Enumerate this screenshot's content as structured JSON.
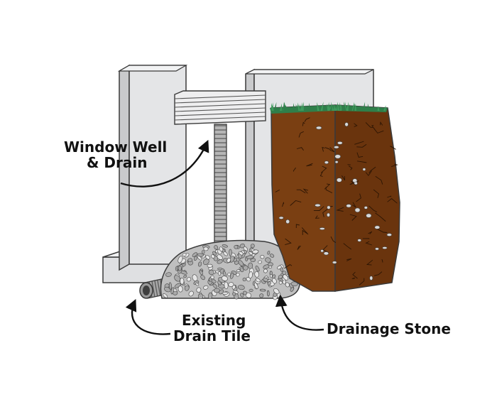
{
  "labels": {
    "window_well_line1": "Window Well",
    "window_well_line2": "& Drain",
    "existing_tile_line1": "Existing",
    "existing_tile_line2": "Drain Tile",
    "drainage_stone": "Drainage Stone"
  },
  "colors": {
    "wall_face": "#e4e5e7",
    "wall_side": "#c9cacc",
    "wall_top": "#f1f2f3",
    "outline": "#3a3a3a",
    "soil": "#7a3f12",
    "soil_dark": "#5c2c0a",
    "grass": "#2f7f4a",
    "stone_light": "#d9d9d9",
    "stone_dark": "#8e8e8e",
    "pipe": "#9a9a9a",
    "text": "#111111"
  }
}
